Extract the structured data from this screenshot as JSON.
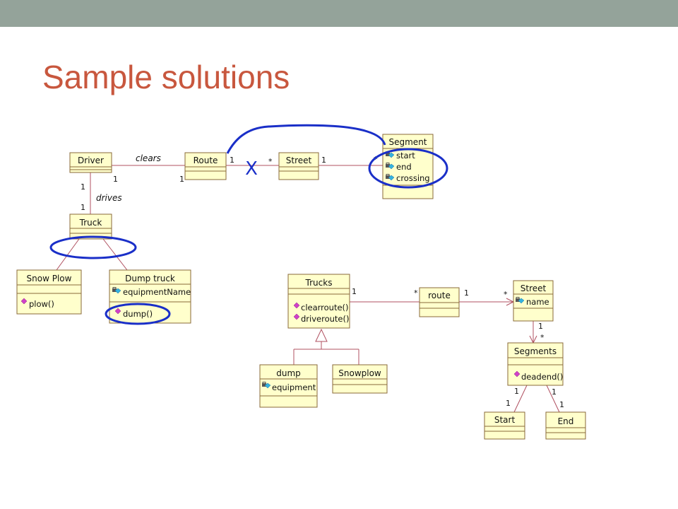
{
  "slide": {
    "title": "Sample solutions",
    "colors": {
      "title": "#c8573e",
      "topbar": "#94a39a",
      "class_fill": "#ffffcc",
      "annotation": "#1a2fc8",
      "association": "#b05060"
    }
  },
  "diagram1": {
    "classes": {
      "driver": {
        "name": "Driver"
      },
      "route": {
        "name": "Route"
      },
      "street": {
        "name": "Street"
      },
      "segment": {
        "name": "Segment",
        "attributes": [
          "start",
          "end",
          "crossing"
        ]
      },
      "truck": {
        "name": "Truck"
      },
      "snow_plow": {
        "name": "Snow Plow",
        "operations": [
          "plow()"
        ]
      },
      "dump_truck": {
        "name": "Dump truck",
        "attributes": [
          "equipmentName"
        ],
        "operations": [
          "dump()"
        ]
      }
    },
    "associations": {
      "clears": {
        "label": "clears",
        "driver_mult": "1",
        "route_mult": "1"
      },
      "drives": {
        "label": "drives",
        "driver_mult": "1",
        "truck_mult": "1"
      },
      "route_street": {
        "route_mult": "1",
        "street_mult": "*"
      },
      "street_segment": {
        "street_mult": "1",
        "segment_mult": "*"
      }
    },
    "annotations": {
      "cross_mark": "X"
    }
  },
  "diagram2": {
    "classes": {
      "trucks": {
        "name": "Trucks",
        "operations": [
          "clearroute()",
          "driveroute()"
        ]
      },
      "route": {
        "name": "route"
      },
      "street": {
        "name": "Street",
        "attributes": [
          "name"
        ]
      },
      "segments": {
        "name": "Segments",
        "operations": [
          "deadend()"
        ]
      },
      "dump": {
        "name": "dump",
        "attributes": [
          "equipment"
        ]
      },
      "snowplow": {
        "name": "Snowplow"
      },
      "start": {
        "name": "Start"
      },
      "end": {
        "name": "End"
      }
    },
    "associations": {
      "trucks_route": {
        "trucks_mult": "1",
        "route_mult": "*"
      },
      "route_street": {
        "route_mult": "1",
        "street_mult": "*"
      },
      "street_segments": {
        "street_mult": "1",
        "segments_mult": "*"
      },
      "segments_start": {
        "segments_mult": "1",
        "start_mult": "1"
      },
      "segments_end": {
        "segments_mult": "1",
        "end_mult": "1"
      }
    }
  }
}
